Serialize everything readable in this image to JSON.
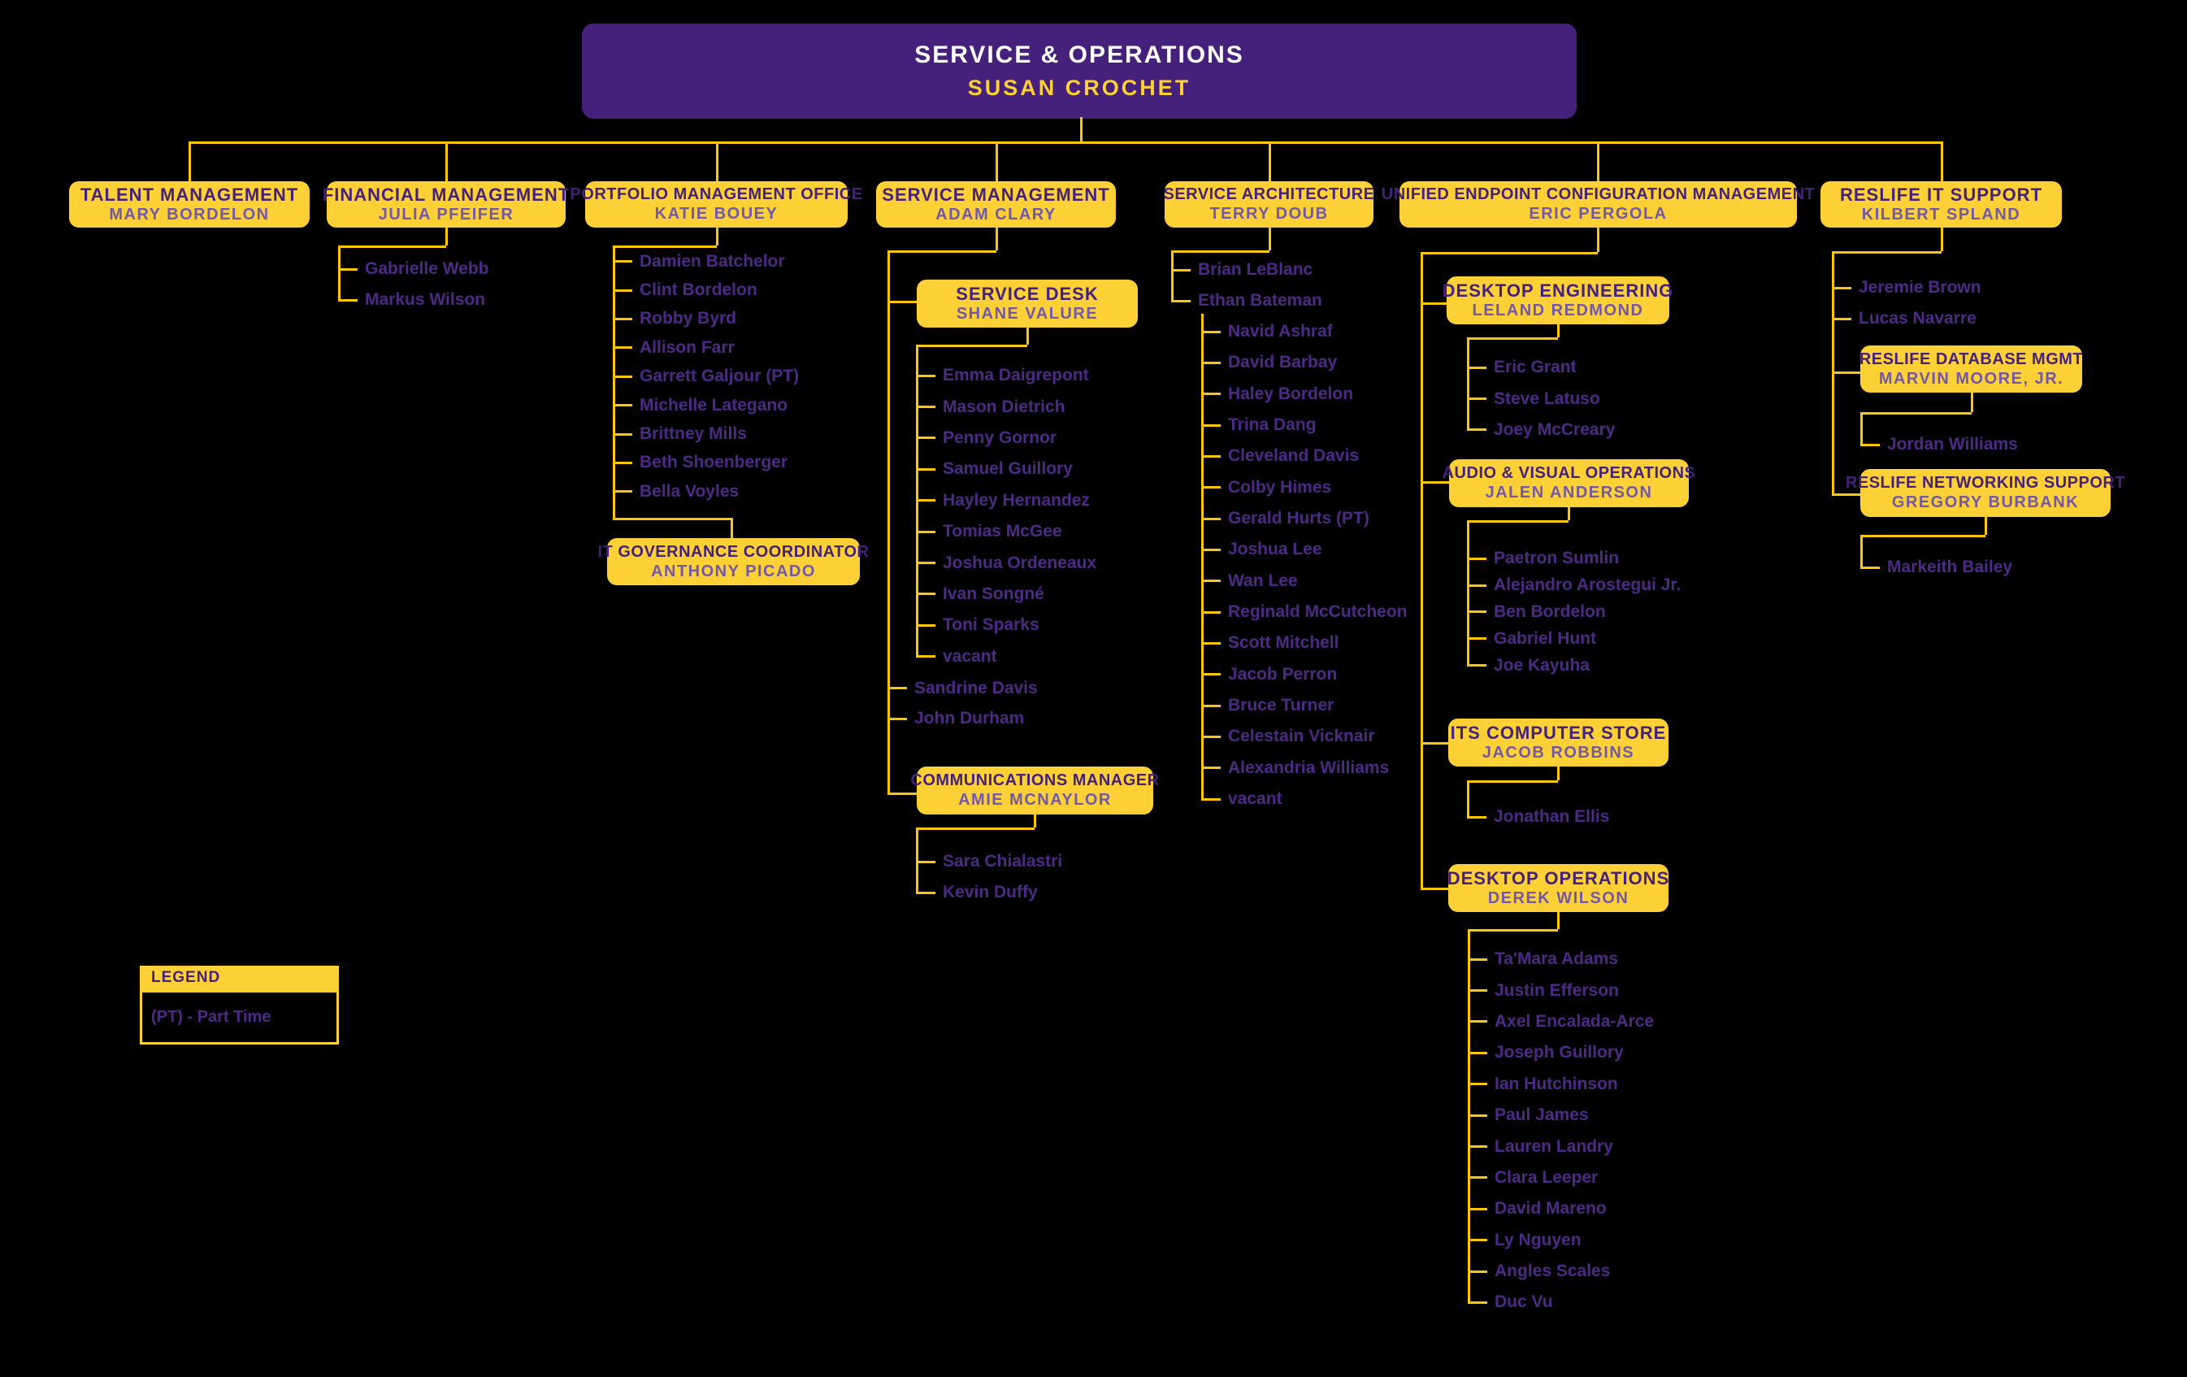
{
  "colors": {
    "background": "#000000",
    "gold": "#FDD036",
    "line_gold": "#FCC60D",
    "root_purple": "#46217C",
    "title_purple": "#44217B",
    "manager_purple": "#7158A8",
    "member_purple": "#4C2A86",
    "root_title_white": "#FFFFFF"
  },
  "org": {
    "root": {
      "title": "SERVICE & OPERATIONS",
      "manager": "SUSAN CROCHET"
    },
    "talent": {
      "title": "TALENT MANAGEMENT",
      "manager": "MARY BORDELON"
    },
    "financial": {
      "title": "FINANCIAL MANAGEMENT",
      "manager": "JULIA PFEIFER",
      "members": [
        "Gabrielle Webb",
        "Markus Wilson"
      ]
    },
    "portfolio": {
      "title": "PORTFOLIO MANAGEMENT OFFICE",
      "manager": "KATIE BOUEY",
      "members": [
        "Damien Batchelor",
        "Clint Bordelon",
        "Robby Byrd",
        "Allison Farr",
        "Garrett Galjour (PT)",
        "Michelle Lategano",
        "Brittney Mills",
        "Beth Shoenberger",
        "Bella Voyles"
      ],
      "it_governance": {
        "title": "IT GOVERNANCE COORDINATOR",
        "manager": "ANTHONY PICADO"
      }
    },
    "service_mgmt": {
      "title": "SERVICE MANAGEMENT",
      "manager": "ADAM CLARY",
      "members": [
        "Sandrine Davis",
        "John Durham"
      ],
      "service_desk": {
        "title": "SERVICE DESK",
        "manager": "SHANE VALURE",
        "members": [
          "Emma Daigrepont",
          "Mason Dietrich",
          "Penny Gornor",
          "Samuel Guillory",
          "Hayley Hernandez",
          "Tomias McGee",
          "Joshua Ordeneaux",
          "Ivan Songné",
          "Toni Sparks",
          "vacant"
        ]
      },
      "communications": {
        "title": "COMMUNICATIONS MANAGER",
        "manager": "AMIE MCNAYLOR",
        "members": [
          "Sara Chialastri",
          "Kevin Duffy"
        ]
      }
    },
    "service_arch": {
      "title": "SERVICE ARCHITECTURE",
      "manager": "TERRY DOUB",
      "members": [
        "Brian LeBlanc",
        "Ethan Bateman"
      ],
      "bateman_team": [
        "Navid Ashraf",
        "David Barbay",
        "Haley Bordelon",
        "Trina Dang",
        "Cleveland Davis",
        "Colby Himes",
        "Gerald Hurts (PT)",
        "Joshua Lee",
        "Wan Lee",
        "Reginald McCutcheon",
        "Scott Mitchell",
        "Jacob Perron",
        "Bruce Turner",
        "Celestain Vicknair",
        "Alexandria Williams",
        "vacant"
      ]
    },
    "uecm": {
      "title": "UNIFIED ENDPOINT CONFIGURATION MANAGEMENT",
      "manager": "ERIC PERGOLA",
      "desktop_engineering": {
        "title": "DESKTOP ENGINEERING",
        "manager": "LELAND REDMOND",
        "members": [
          "Eric Grant",
          "Steve Latuso",
          "Joey McCreary"
        ]
      },
      "audio_visual": {
        "title": "AUDIO & VISUAL OPERATIONS",
        "manager": "JALEN ANDERSON",
        "members": [
          "Paetron Sumlin",
          "Alejandro Arostegui Jr.",
          "Ben Bordelon",
          "Gabriel Hunt",
          "Joe Kayuha"
        ]
      },
      "computer_store": {
        "title": "ITS COMPUTER STORE",
        "manager": "JACOB ROBBINS",
        "members": [
          "Jonathan Ellis"
        ]
      },
      "desktop_operations": {
        "title": "DESKTOP OPERATIONS",
        "manager": "DEREK WILSON",
        "members": [
          "Ta'Mara Adams",
          "Justin Efferson",
          "Axel Encalada-Arce",
          "Joseph Guillory",
          "Ian Hutchinson",
          "Paul James",
          "Lauren Landry",
          "Clara Leeper",
          "David Mareno",
          "Ly Nguyen",
          "Angles Scales",
          "Duc Vu"
        ]
      }
    },
    "reslife": {
      "title": "RESLIFE IT SUPPORT",
      "manager": "KILBERT SPLAND",
      "members": [
        "Jeremie Brown",
        "Lucas Navarre"
      ],
      "database": {
        "title": "RESLIFE DATABASE MGMT",
        "manager": "MARVIN MOORE, JR.",
        "members": [
          "Jordan Williams"
        ]
      },
      "networking": {
        "title": "RESLIFE NETWORKING SUPPORT",
        "manager": "GREGORY BURBANK",
        "members": [
          "Markeith Bailey"
        ]
      }
    }
  },
  "legend": {
    "title": "LEGEND",
    "note": "(PT) - Part Time"
  }
}
